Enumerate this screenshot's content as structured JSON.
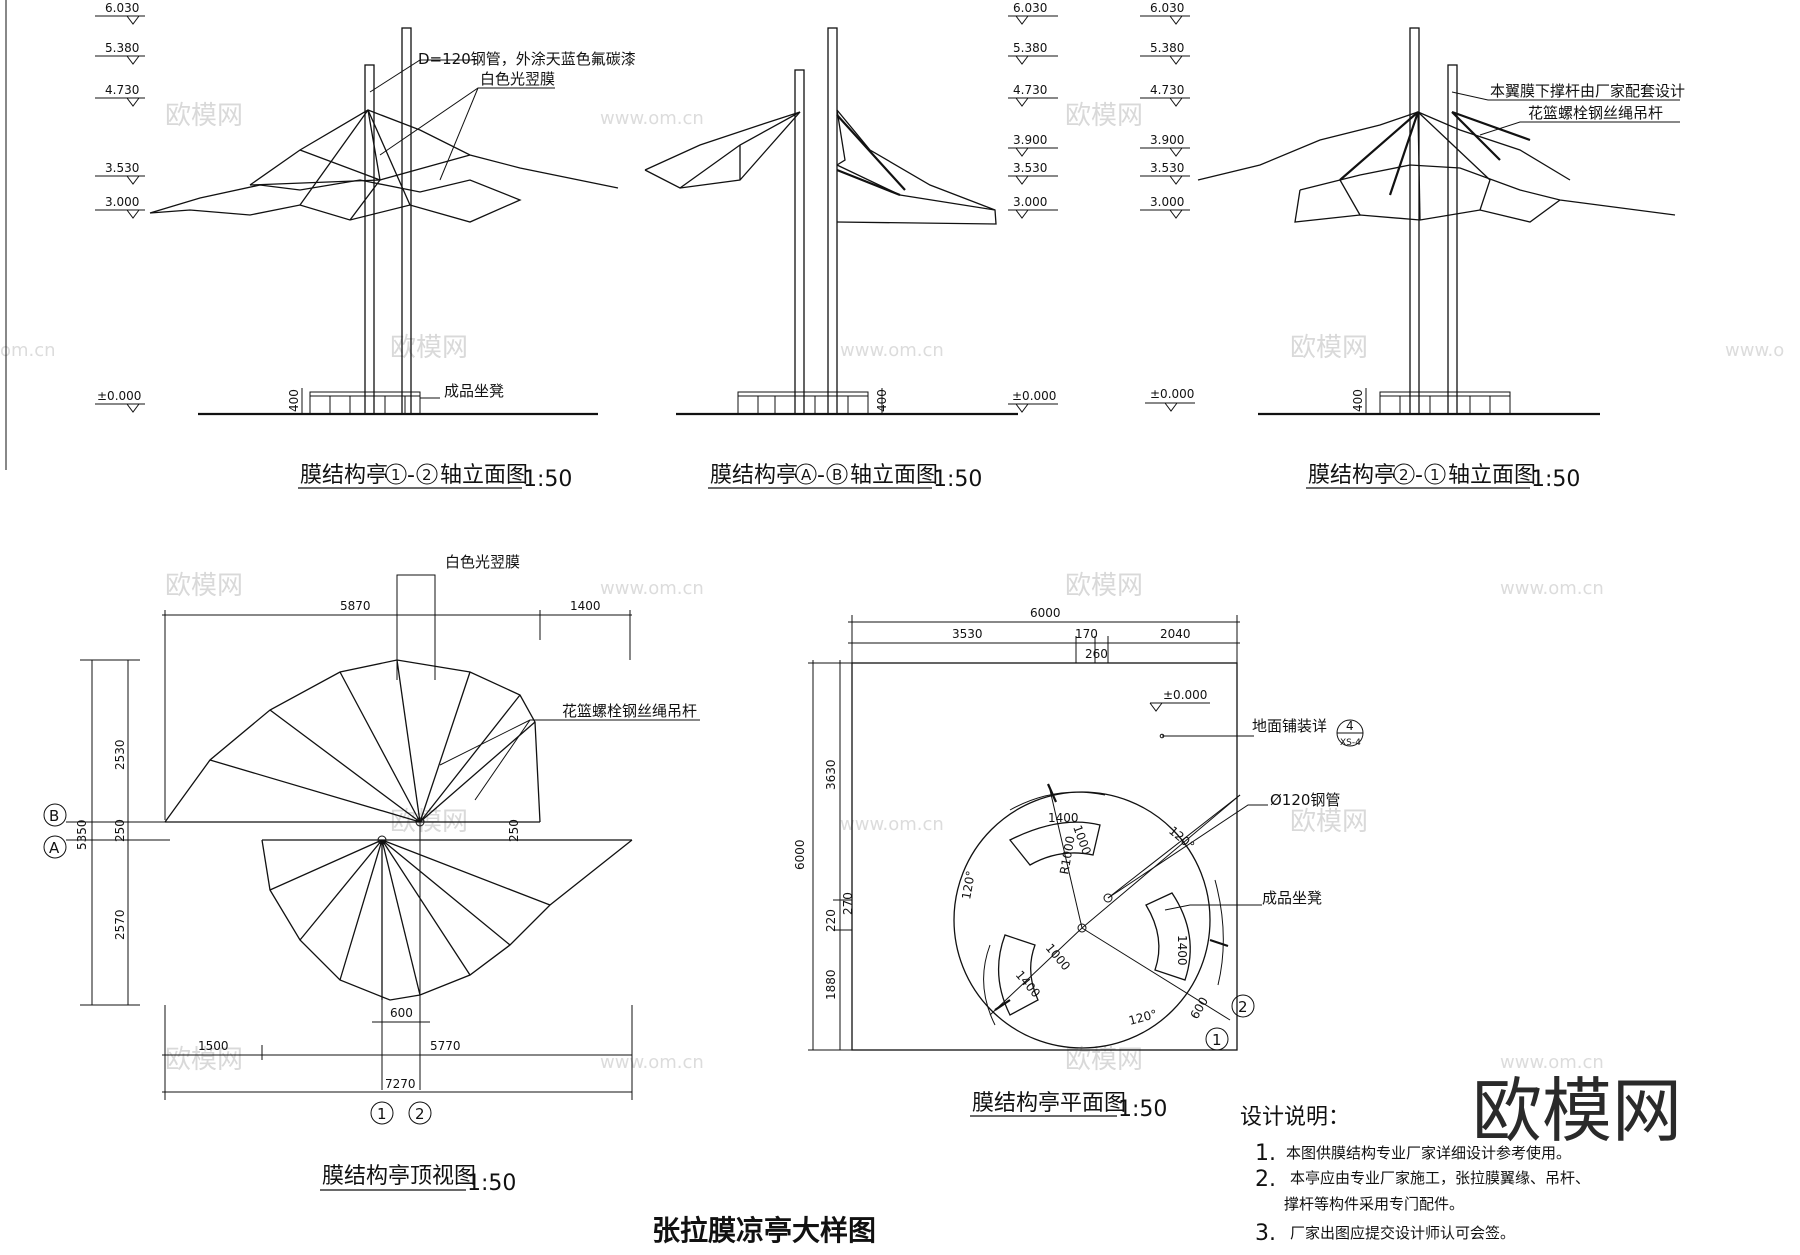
{
  "watermark": {
    "logo": "欧模网",
    "url": "www.om.cn",
    "url_partial": "om.cn",
    "url_partial2": "www.o"
  },
  "elevation_levels": [
    "6.030",
    "5.380",
    "4.730",
    "3.900",
    "3.530",
    "3.000",
    "±0.000"
  ],
  "dims": {
    "d400": "400",
    "d5870": "5870",
    "d1400": "1400",
    "d2530": "2530",
    "d250": "250",
    "d5350": "5350",
    "d2570": "2570",
    "d600": "600",
    "d1500": "1500",
    "d5770": "5770",
    "d7270": "7270",
    "d6000": "6000",
    "d3530": "3530",
    "d170": "170",
    "d2040": "2040",
    "d260": "260",
    "d3630": "3630",
    "d220": "220",
    "d270": "270",
    "d1880": "1880",
    "d1000": "1000",
    "dR1000": "R1000",
    "a120": "120°"
  },
  "labels": {
    "steel_pipe": "D=120钢管，外涂天蓝色氟碳漆",
    "membrane": "白色光翌膜",
    "bench": "成品坐凳",
    "strut_note": "本翼膜下撑杆由厂家配套设计",
    "rope": "花篮螺栓钢丝绳吊杆",
    "paving": "地面铺装详",
    "paving_ref_num": "4",
    "paving_ref_sheet": "XS-4",
    "pipe_plan": "Ø120钢管",
    "axis_1": "1",
    "axis_2": "2",
    "axis_A": "A",
    "axis_B": "B"
  },
  "titles": {
    "t1_a": "膜结构亭",
    "t1_b": "-",
    "t1_c": "轴立面图",
    "t1_scale": "1:50",
    "t2_a": "膜结构亭",
    "t2_b": "-",
    "t2_c": "轴立面图",
    "t2_scale": "1:50",
    "t3_a": "膜结构亭",
    "t3_b": "-",
    "t3_c": "轴立面图",
    "t3_scale": "1:50",
    "top_view": "膜结构亭顶视图",
    "top_scale": "1:50",
    "plan": "膜结构亭平面图",
    "plan_scale": "1:50",
    "sheet": "张拉膜凉亭大样图"
  },
  "notes": {
    "heading": "设计说明：",
    "n1_num": "1.",
    "n1": "本图供膜结构专业厂家详细设计参考使用。",
    "n2_num": "2.",
    "n2a": "本亭应由专业厂家施工，张拉膜翼缘、吊杆、",
    "n2b": "撑杆等构件采用专门配件。",
    "n3_num": "3.",
    "n3": "厂家出图应提交设计师认可会签。"
  }
}
